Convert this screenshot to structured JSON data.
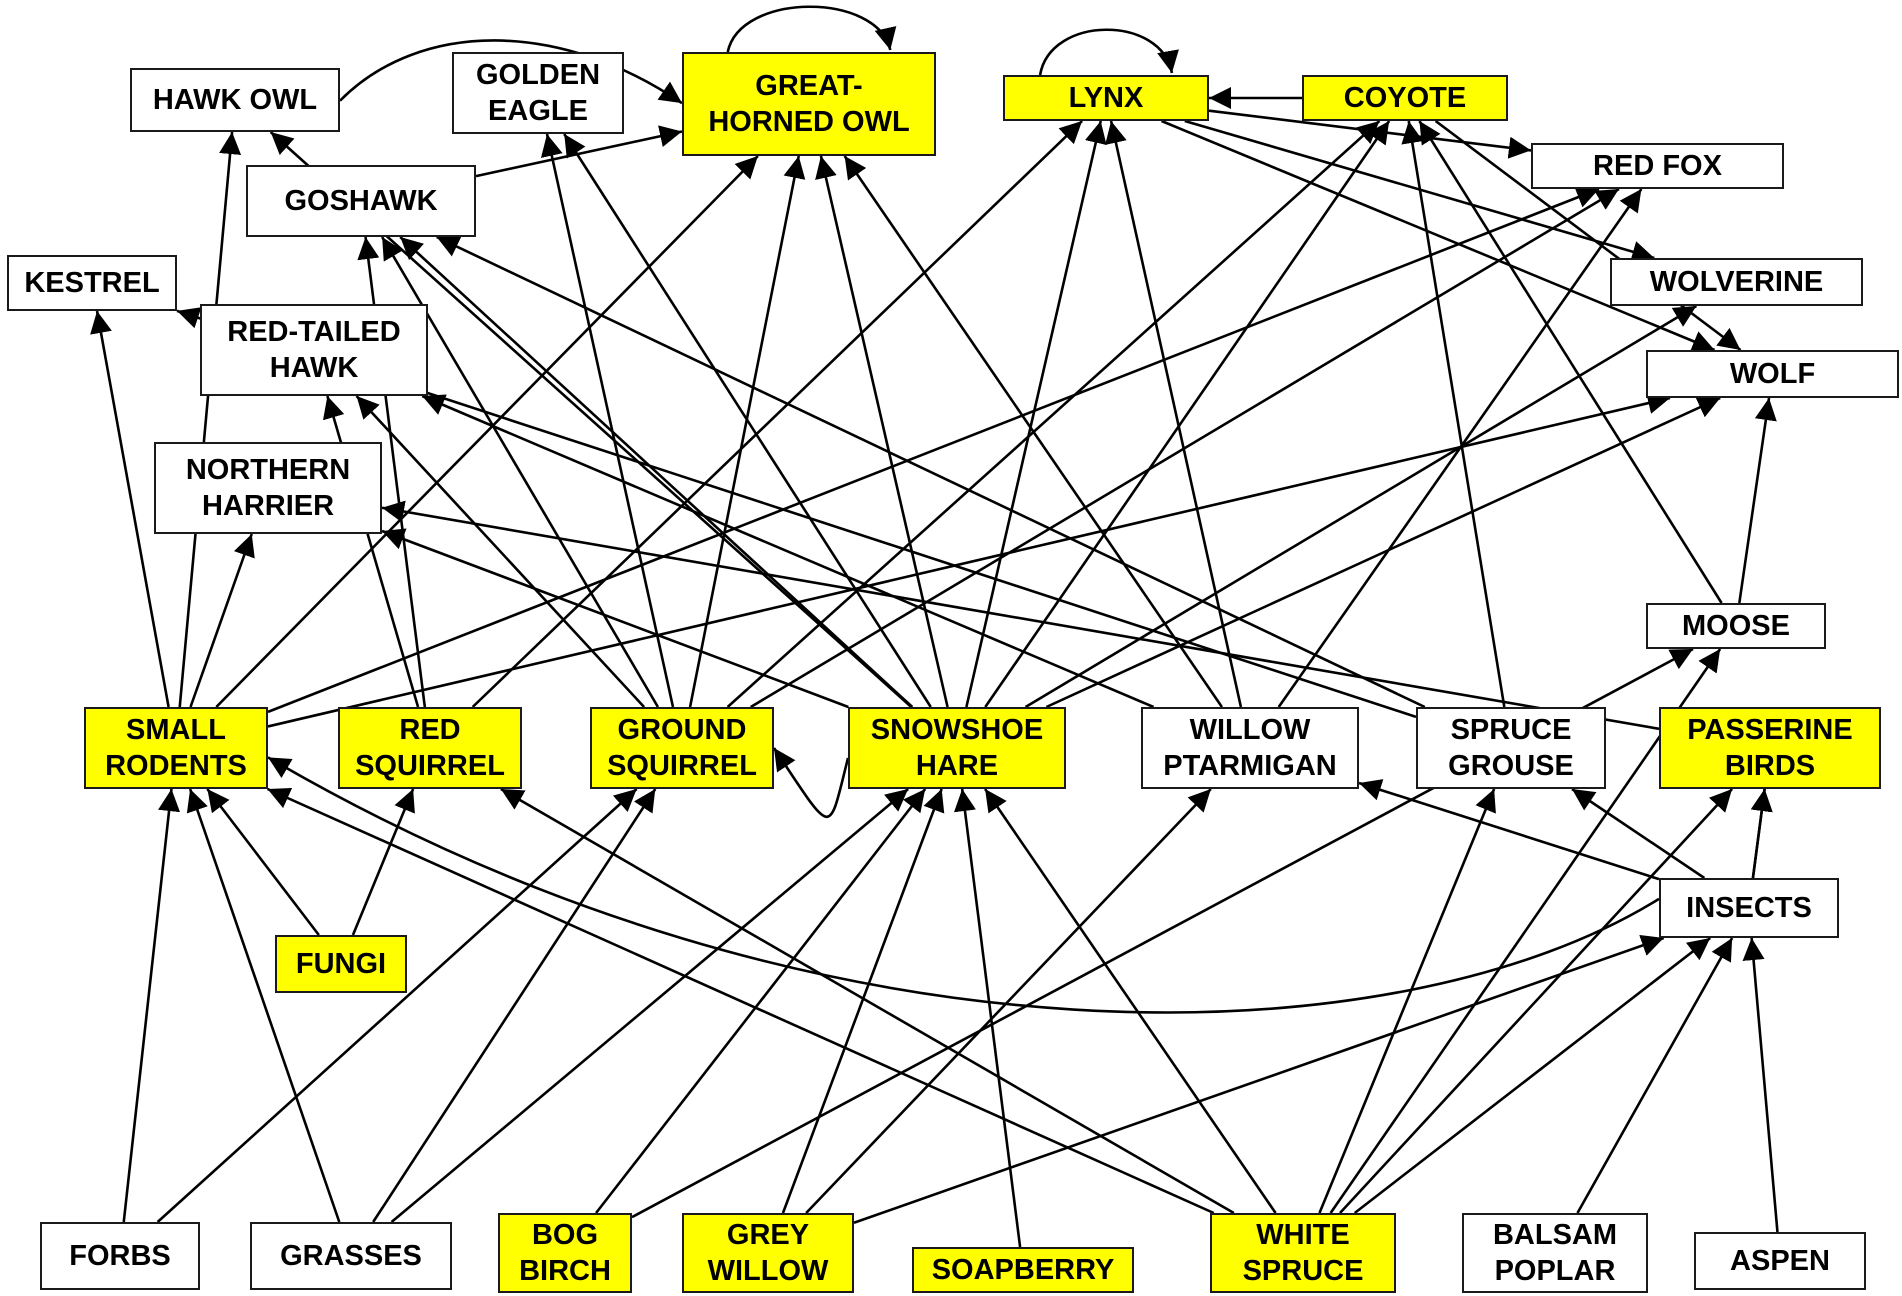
{
  "highlight_color": "#ffff00",
  "nodes": {
    "hawk_owl": {
      "label": "HAWK OWL",
      "highlighted": false
    },
    "golden_eagle": {
      "label": "GOLDEN\nEAGLE",
      "highlighted": false
    },
    "great_horned_owl": {
      "label": "GREAT-\nHORNED OWL",
      "highlighted": true
    },
    "lynx": {
      "label": "LYNX",
      "highlighted": true
    },
    "coyote": {
      "label": "COYOTE",
      "highlighted": true
    },
    "red_fox": {
      "label": "RED FOX",
      "highlighted": false
    },
    "goshawk": {
      "label": "GOSHAWK",
      "highlighted": false
    },
    "kestrel": {
      "label": "KESTREL",
      "highlighted": false
    },
    "wolverine": {
      "label": "WOLVERINE",
      "highlighted": false
    },
    "red_tailed_hawk": {
      "label": "RED-TAILED\nHAWK",
      "highlighted": false
    },
    "wolf": {
      "label": "WOLF",
      "highlighted": false
    },
    "northern_harrier": {
      "label": "NORTHERN\nHARRIER",
      "highlighted": false
    },
    "moose": {
      "label": "MOOSE",
      "highlighted": false
    },
    "small_rodents": {
      "label": "SMALL\nRODENTS",
      "highlighted": true
    },
    "red_squirrel": {
      "label": "RED\nSQUIRREL",
      "highlighted": true
    },
    "ground_squirrel": {
      "label": "GROUND\nSQUIRREL",
      "highlighted": true
    },
    "snowshoe_hare": {
      "label": "SNOWSHOE\nHARE",
      "highlighted": true
    },
    "willow_ptarmigan": {
      "label": "WILLOW\nPTARMIGAN",
      "highlighted": false
    },
    "spruce_grouse": {
      "label": "SPRUCE\nGROUSE",
      "highlighted": false
    },
    "passerine_birds": {
      "label": "PASSERINE\nBIRDS",
      "highlighted": true
    },
    "insects": {
      "label": "INSECTS",
      "highlighted": false
    },
    "fungi": {
      "label": "FUNGI",
      "highlighted": true
    },
    "forbs": {
      "label": "FORBS",
      "highlighted": false
    },
    "grasses": {
      "label": "GRASSES",
      "highlighted": false
    },
    "bog_birch": {
      "label": "BOG\nBIRCH",
      "highlighted": true
    },
    "grey_willow": {
      "label": "GREY\nWILLOW",
      "highlighted": true
    },
    "soapberry": {
      "label": "SOAPBERRY",
      "highlighted": true
    },
    "white_spruce": {
      "label": "WHITE\nSPRUCE",
      "highlighted": true
    },
    "balsam_poplar": {
      "label": "BALSAM\nPOPLAR",
      "highlighted": false
    },
    "aspen": {
      "label": "ASPEN",
      "highlighted": false
    }
  },
  "edges": [
    {
      "from": "coyote",
      "to": "lynx"
    },
    {
      "from": "great_horned_owl",
      "to": "great_horned_owl"
    },
    {
      "from": "lynx",
      "to": "lynx"
    },
    {
      "from": "hawk_owl",
      "to": "great_horned_owl"
    },
    {
      "from": "goshawk",
      "to": "great_horned_owl"
    },
    {
      "from": "lynx",
      "to": "red_fox"
    },
    {
      "from": "lynx",
      "to": "wolverine"
    },
    {
      "from": "lynx",
      "to": "wolf"
    },
    {
      "from": "coyote",
      "to": "wolf"
    },
    {
      "from": "moose",
      "to": "wolf"
    },
    {
      "from": "moose",
      "to": "coyote"
    },
    {
      "from": "small_rodents",
      "to": "kestrel"
    },
    {
      "from": "small_rodents",
      "to": "hawk_owl"
    },
    {
      "from": "small_rodents",
      "to": "northern_harrier"
    },
    {
      "from": "small_rodents",
      "to": "great_horned_owl"
    },
    {
      "from": "small_rodents",
      "to": "red_fox"
    },
    {
      "from": "small_rodents",
      "to": "wolf"
    },
    {
      "from": "red_squirrel",
      "to": "red_tailed_hawk"
    },
    {
      "from": "red_squirrel",
      "to": "goshawk"
    },
    {
      "from": "red_squirrel",
      "to": "lynx"
    },
    {
      "from": "ground_squirrel",
      "to": "golden_eagle"
    },
    {
      "from": "ground_squirrel",
      "to": "great_horned_owl"
    },
    {
      "from": "ground_squirrel",
      "to": "red_tailed_hawk"
    },
    {
      "from": "ground_squirrel",
      "to": "goshawk"
    },
    {
      "from": "ground_squirrel",
      "to": "coyote"
    },
    {
      "from": "ground_squirrel",
      "to": "red_fox"
    },
    {
      "from": "snowshoe_hare",
      "to": "great_horned_owl"
    },
    {
      "from": "snowshoe_hare",
      "to": "hawk_owl"
    },
    {
      "from": "snowshoe_hare",
      "to": "golden_eagle"
    },
    {
      "from": "snowshoe_hare",
      "to": "goshawk"
    },
    {
      "from": "snowshoe_hare",
      "to": "northern_harrier"
    },
    {
      "from": "snowshoe_hare",
      "to": "lynx"
    },
    {
      "from": "snowshoe_hare",
      "to": "coyote"
    },
    {
      "from": "snowshoe_hare",
      "to": "wolverine"
    },
    {
      "from": "snowshoe_hare",
      "to": "wolf"
    },
    {
      "from": "snowshoe_hare",
      "to": "ground_squirrel"
    },
    {
      "from": "willow_ptarmigan",
      "to": "lynx"
    },
    {
      "from": "willow_ptarmigan",
      "to": "red_tailed_hawk"
    },
    {
      "from": "willow_ptarmigan",
      "to": "red_fox"
    },
    {
      "from": "willow_ptarmigan",
      "to": "great_horned_owl"
    },
    {
      "from": "spruce_grouse",
      "to": "goshawk"
    },
    {
      "from": "spruce_grouse",
      "to": "coyote"
    },
    {
      "from": "spruce_grouse",
      "to": "kestrel"
    },
    {
      "from": "passerine_birds",
      "to": "northern_harrier"
    },
    {
      "from": "forbs",
      "to": "small_rodents"
    },
    {
      "from": "forbs",
      "to": "ground_squirrel"
    },
    {
      "from": "grasses",
      "to": "small_rodents"
    },
    {
      "from": "grasses",
      "to": "ground_squirrel"
    },
    {
      "from": "grasses",
      "to": "snowshoe_hare"
    },
    {
      "from": "fungi",
      "to": "small_rodents"
    },
    {
      "from": "fungi",
      "to": "red_squirrel"
    },
    {
      "from": "bog_birch",
      "to": "snowshoe_hare"
    },
    {
      "from": "bog_birch",
      "to": "moose"
    },
    {
      "from": "grey_willow",
      "to": "snowshoe_hare"
    },
    {
      "from": "grey_willow",
      "to": "willow_ptarmigan"
    },
    {
      "from": "grey_willow",
      "to": "insects"
    },
    {
      "from": "soapberry",
      "to": "snowshoe_hare"
    },
    {
      "from": "white_spruce",
      "to": "snowshoe_hare"
    },
    {
      "from": "white_spruce",
      "to": "spruce_grouse"
    },
    {
      "from": "white_spruce",
      "to": "small_rodents"
    },
    {
      "from": "white_spruce",
      "to": "red_squirrel"
    },
    {
      "from": "white_spruce",
      "to": "passerine_birds"
    },
    {
      "from": "white_spruce",
      "to": "insects"
    },
    {
      "from": "white_spruce",
      "to": "moose"
    },
    {
      "from": "balsam_poplar",
      "to": "insects"
    },
    {
      "from": "aspen",
      "to": "insects"
    },
    {
      "from": "insects",
      "to": "passerine_birds"
    },
    {
      "from": "insects",
      "to": "spruce_grouse"
    },
    {
      "from": "insects",
      "to": "willow_ptarmigan"
    },
    {
      "from": "insects",
      "to": "small_rodents"
    },
    {
      "from": "insects",
      "to": "passerine_birds"
    }
  ]
}
